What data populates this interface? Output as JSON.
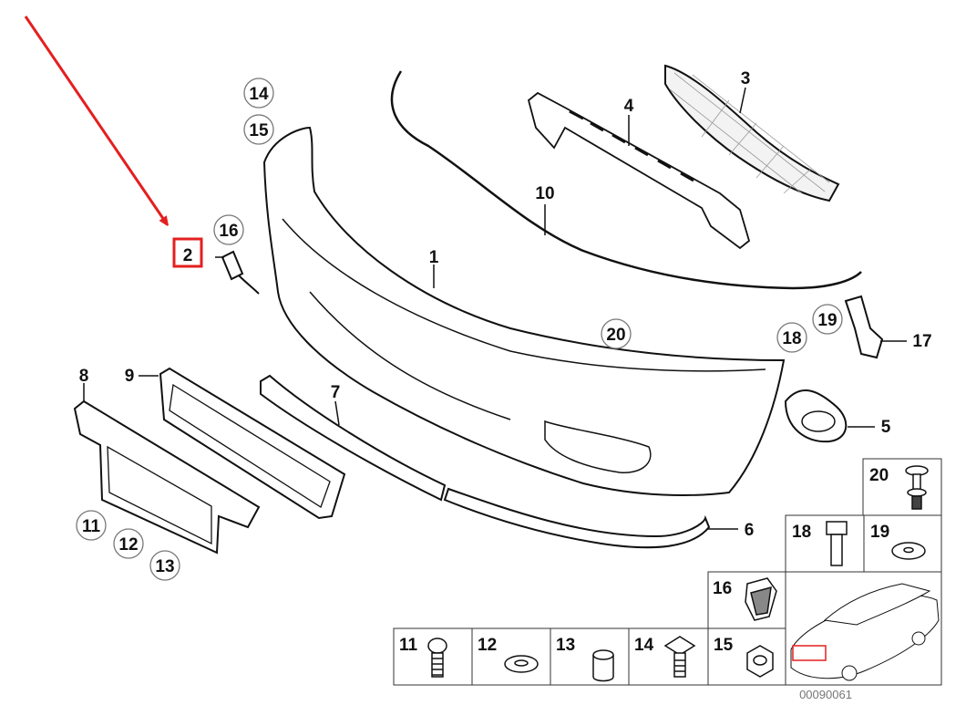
{
  "diagram": {
    "highlight_color": "#e41f1f",
    "callouts": {
      "p1": "1",
      "p2": "2",
      "p3": "3",
      "p4": "4",
      "p5": "5",
      "p6": "6",
      "p7": "7",
      "p8": "8",
      "p9": "9",
      "p10": "10",
      "p11": "11",
      "p12": "12",
      "p13": "13",
      "p14": "14",
      "p15": "15",
      "p16": "16",
      "p17": "17",
      "p18": "18",
      "p19": "19",
      "p20": "20"
    },
    "hardware": {
      "c20": "20",
      "c18": "18",
      "c19": "19",
      "c16": "16",
      "c11": "11",
      "c12": "12",
      "c13": "13",
      "c14": "14",
      "c15": "15"
    },
    "code": "00090061"
  }
}
